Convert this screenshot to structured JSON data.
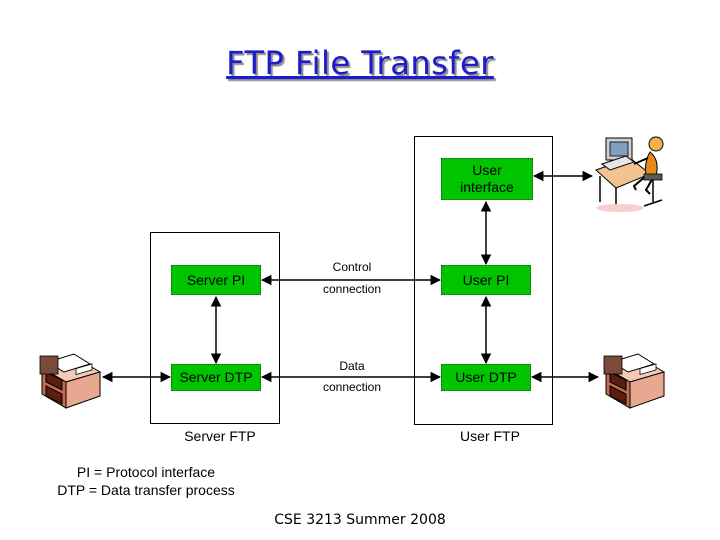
{
  "title": "FTP File Transfer",
  "boxes": {
    "user_interface": "User\ninterface",
    "server_pi": "Server PI",
    "server_dtp": "Server DTP",
    "user_pi": "User PI",
    "user_dtp": "User DTP"
  },
  "connections": {
    "control_top": "Control",
    "control_bottom": "connection",
    "data_top": "Data",
    "data_bottom": "connection"
  },
  "labels": {
    "server_ftp": "Server FTP",
    "user_ftp": "User FTP"
  },
  "legend": {
    "line1": "PI = Protocol interface",
    "line2": "DTP = Data transfer process"
  },
  "footer": "CSE 3213 Summer 2008",
  "colors": {
    "box_fill": "#00c400",
    "title": "#1c1ccc"
  },
  "icons": [
    "file-cabinet-icon",
    "user-at-computer-icon"
  ]
}
